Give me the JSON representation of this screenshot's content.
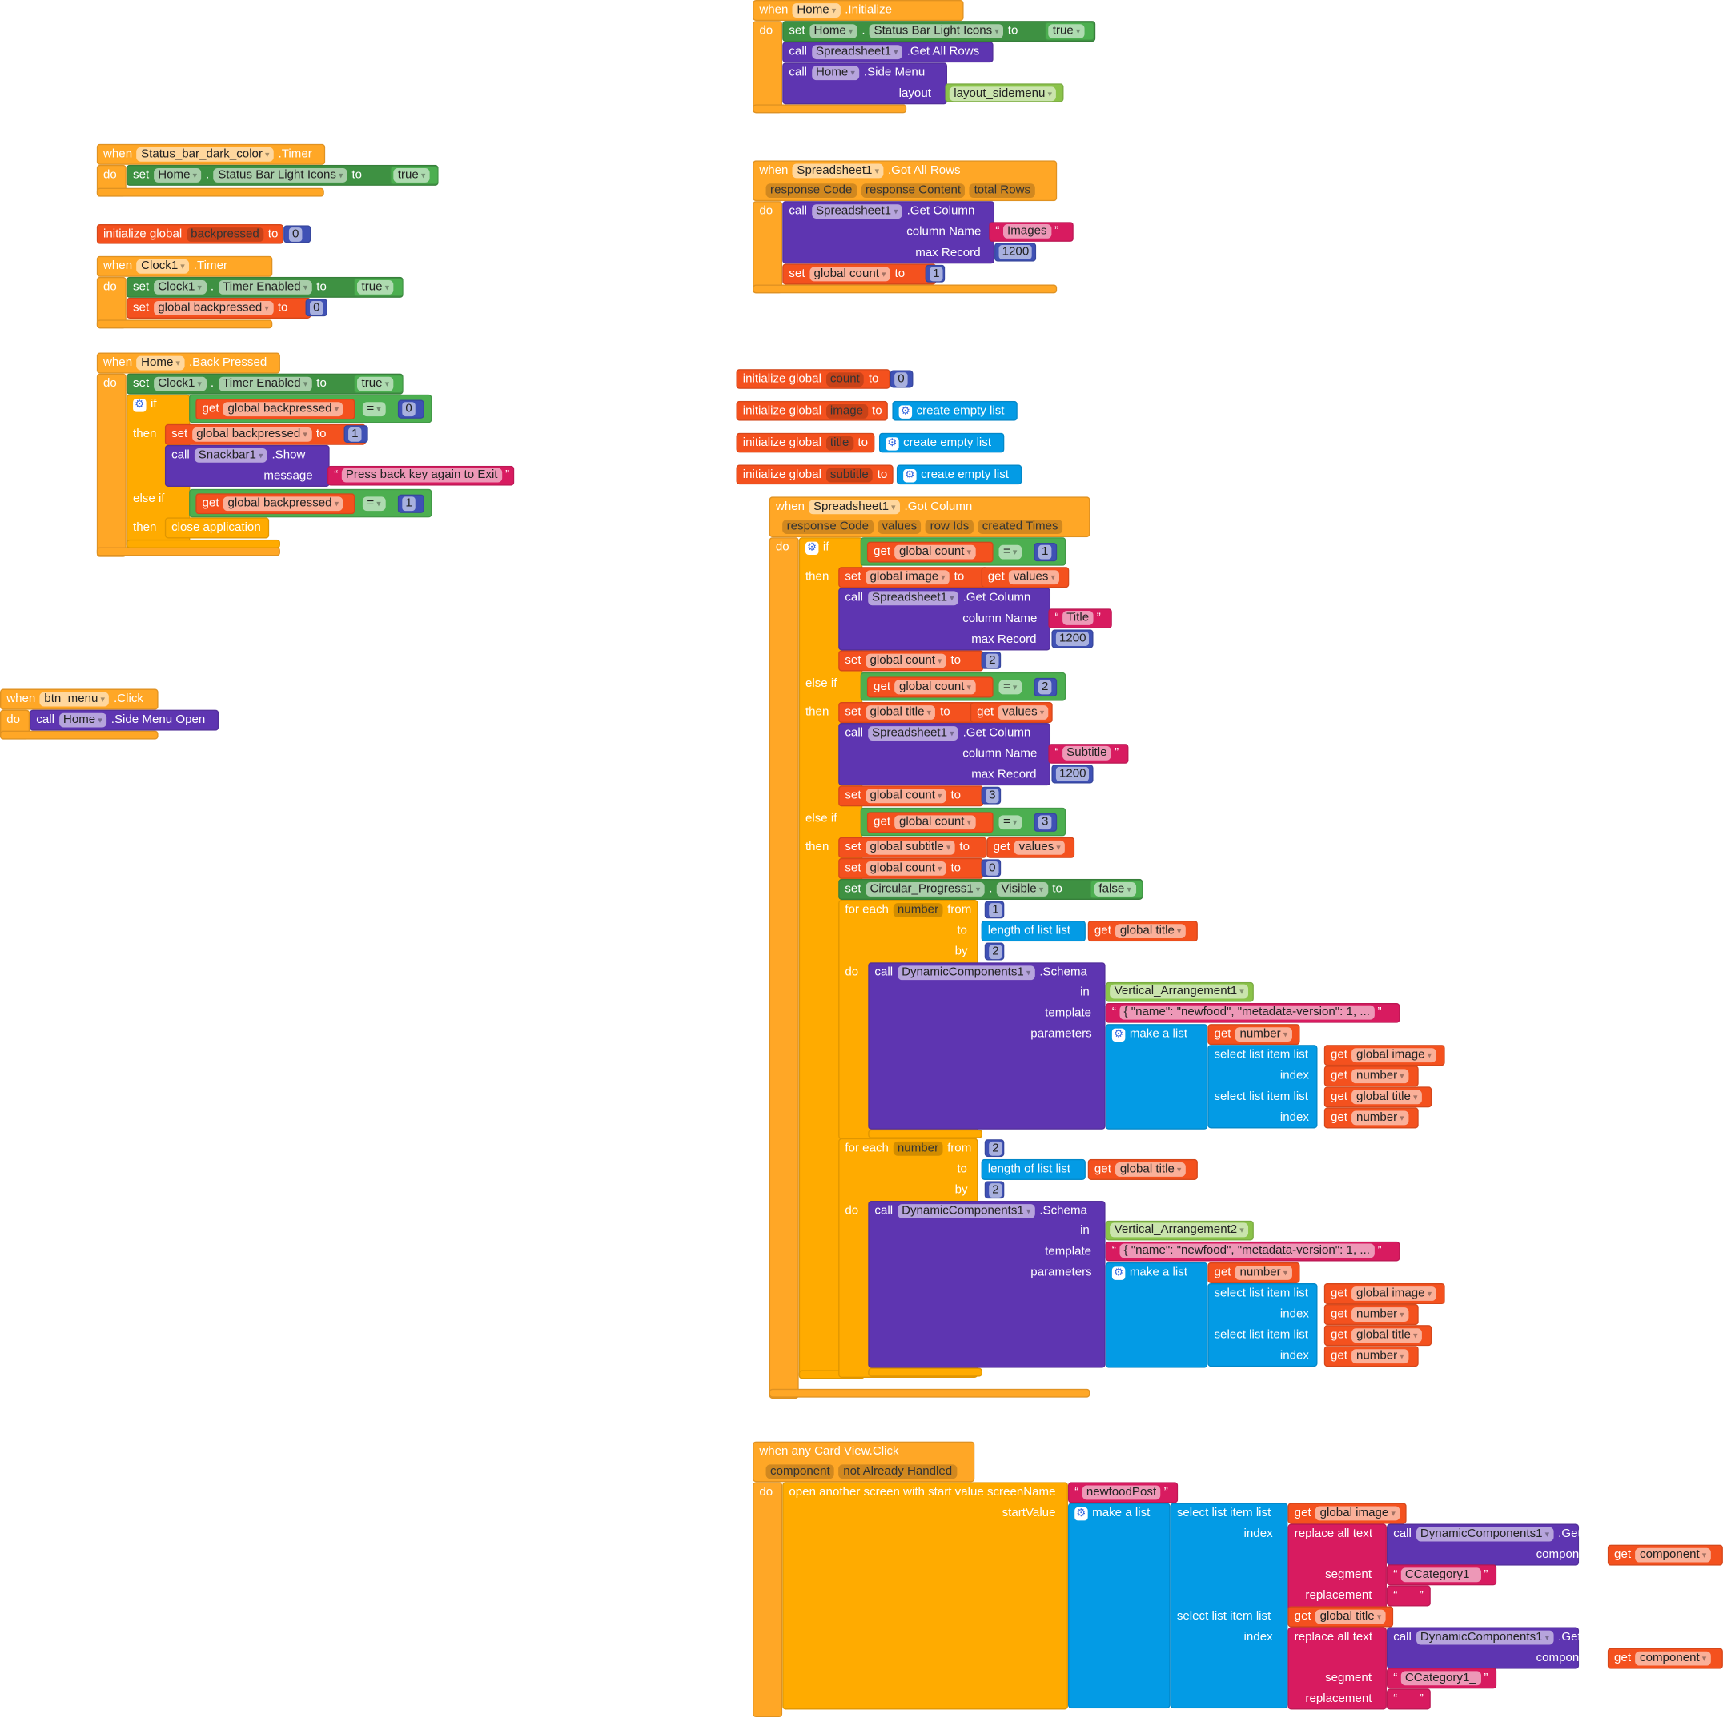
{
  "colors": {
    "ev": "#FFA726",
    "ctl": "#FFAB00",
    "set": "#3E9142",
    "logic": "#4CAF50",
    "call": "#5E35B1",
    "comp": "#8BC34A",
    "var": "#F4511E",
    "num": "#3F51B5",
    "text": "#D81B60",
    "list": "#039BE5"
  },
  "lines": {
    "a1": [
      [
        "l",
        "when"
      ],
      [
        "p",
        "Home"
      ],
      [
        "l",
        ".Initialize"
      ]
    ],
    "a2": [
      [
        "l",
        "do"
      ]
    ],
    "a3": [
      [
        "l",
        "set"
      ],
      [
        "p",
        "Home"
      ],
      [
        "l",
        "."
      ],
      [
        "p",
        "Status Bar Light Icons"
      ],
      [
        "l",
        "to"
      ]
    ],
    "a3t": [
      [
        "p",
        "true"
      ]
    ],
    "a4": [
      [
        "l",
        "call"
      ],
      [
        "p",
        "Spreadsheet1"
      ],
      [
        "l",
        ".Get All Rows"
      ]
    ],
    "a5": [
      [
        "l",
        "call"
      ],
      [
        "p",
        "Home"
      ],
      [
        "l",
        ".Side Menu"
      ]
    ],
    "a6": [
      [
        "l",
        "layout"
      ]
    ],
    "a6v": [
      [
        "p",
        "layout_sidemenu"
      ]
    ],
    "b1": [
      [
        "l",
        "when"
      ],
      [
        "p",
        "Status_bar_dark_color"
      ],
      [
        "l",
        ".Timer"
      ]
    ],
    "b2": [
      [
        "l",
        "do"
      ]
    ],
    "b3": [
      [
        "l",
        "set"
      ],
      [
        "p",
        "Home"
      ],
      [
        "l",
        "."
      ],
      [
        "p",
        "Status Bar Light Icons"
      ],
      [
        "l",
        "to"
      ]
    ],
    "b3t": [
      [
        "p",
        "true"
      ]
    ],
    "c1": [
      [
        "l",
        "initialize global"
      ],
      [
        "f",
        "backpressed"
      ],
      [
        "l",
        "to"
      ]
    ],
    "c1v": [
      [
        "n",
        "0"
      ]
    ],
    "d1": [
      [
        "l",
        "when"
      ],
      [
        "p",
        "Clock1"
      ],
      [
        "l",
        ".Timer"
      ]
    ],
    "d2": [
      [
        "l",
        "do"
      ]
    ],
    "d3": [
      [
        "l",
        "set"
      ],
      [
        "p",
        "Clock1"
      ],
      [
        "l",
        "."
      ],
      [
        "p",
        "Timer Enabled"
      ],
      [
        "l",
        "to"
      ]
    ],
    "d3t": [
      [
        "p",
        "true"
      ]
    ],
    "d4": [
      [
        "l",
        "set"
      ],
      [
        "p",
        "global backpressed"
      ],
      [
        "l",
        "to"
      ]
    ],
    "d4v": [
      [
        "n",
        "0"
      ]
    ],
    "e1": [
      [
        "l",
        "when"
      ],
      [
        "p",
        "Home"
      ],
      [
        "l",
        ".Back Pressed"
      ]
    ],
    "e2": [
      [
        "l",
        "do"
      ]
    ],
    "e3": [
      [
        "l",
        "set"
      ],
      [
        "p",
        "Clock1"
      ],
      [
        "l",
        "."
      ],
      [
        "p",
        "Timer Enabled"
      ],
      [
        "l",
        "to"
      ]
    ],
    "e3t": [
      [
        "p",
        "true"
      ]
    ],
    "e4": [
      [
        "g",
        ""
      ],
      [
        "l",
        "if"
      ]
    ],
    "e5": [
      [
        "l",
        "get"
      ],
      [
        "p",
        "global backpressed"
      ]
    ],
    "e5o": [
      [
        "p",
        "="
      ]
    ],
    "e5v": [
      [
        "n",
        "0"
      ]
    ],
    "e6": [
      [
        "l",
        "then"
      ]
    ],
    "e7": [
      [
        "l",
        "set"
      ],
      [
        "p",
        "global backpressed"
      ],
      [
        "l",
        "to"
      ]
    ],
    "e7v": [
      [
        "n",
        "1"
      ]
    ],
    "e8": [
      [
        "l",
        "call"
      ],
      [
        "p",
        "Snackbar1"
      ],
      [
        "l",
        ".Show"
      ]
    ],
    "e9": [
      [
        "l",
        "message"
      ]
    ],
    "e9v": [
      [
        "q",
        "Press back key again to Exit"
      ]
    ],
    "e10": [
      [
        "l",
        "else if"
      ]
    ],
    "e11": [
      [
        "l",
        "get"
      ],
      [
        "p",
        "global backpressed"
      ]
    ],
    "e11o": [
      [
        "p",
        "="
      ]
    ],
    "e11v": [
      [
        "n",
        "1"
      ]
    ],
    "e12": [
      [
        "l",
        "then"
      ]
    ],
    "e13": [
      [
        "l",
        "close application"
      ]
    ],
    "f1": [
      [
        "l",
        "when"
      ],
      [
        "p",
        "btn_menu"
      ],
      [
        "l",
        ".Click"
      ]
    ],
    "f2": [
      [
        "l",
        "do"
      ]
    ],
    "f3": [
      [
        "l",
        "call"
      ],
      [
        "p",
        "Home"
      ],
      [
        "l",
        ".Side Menu Open"
      ]
    ],
    "g1": [
      [
        "l",
        "when"
      ],
      [
        "p",
        "Spreadsheet1"
      ],
      [
        "l",
        ".Got All Rows"
      ]
    ],
    "g2": [
      [
        "f",
        "response Code"
      ],
      [
        "f",
        "response Content"
      ],
      [
        "f",
        "total Rows"
      ]
    ],
    "g3": [
      [
        "l",
        "do"
      ]
    ],
    "g4": [
      [
        "l",
        "call"
      ],
      [
        "p",
        "Spreadsheet1"
      ],
      [
        "l",
        ".Get Column"
      ]
    ],
    "g5": [
      [
        "l",
        "column Name"
      ]
    ],
    "g5v": [
      [
        "q",
        "Images"
      ]
    ],
    "g6": [
      [
        "l",
        "max Record"
      ]
    ],
    "g6v": [
      [
        "n",
        "1200"
      ]
    ],
    "g7": [
      [
        "l",
        "set"
      ],
      [
        "p",
        "global count"
      ],
      [
        "l",
        "to"
      ]
    ],
    "g7v": [
      [
        "n",
        "1"
      ]
    ],
    "i1": [
      [
        "l",
        "initialize global"
      ],
      [
        "f",
        "count"
      ],
      [
        "l",
        "to"
      ]
    ],
    "i1v": [
      [
        "n",
        "0"
      ]
    ],
    "i2": [
      [
        "l",
        "initialize global"
      ],
      [
        "f",
        "image"
      ],
      [
        "l",
        "to"
      ]
    ],
    "i2v": [
      [
        "g",
        ""
      ],
      [
        "l",
        "create empty list"
      ]
    ],
    "i3": [
      [
        "l",
        "initialize global"
      ],
      [
        "f",
        "title"
      ],
      [
        "l",
        "to"
      ]
    ],
    "i3v": [
      [
        "g",
        ""
      ],
      [
        "l",
        "create empty list"
      ]
    ],
    "i4": [
      [
        "l",
        "initialize global"
      ],
      [
        "f",
        "subtitle"
      ],
      [
        "l",
        "to"
      ]
    ],
    "i4v": [
      [
        "g",
        ""
      ],
      [
        "l",
        "create empty list"
      ]
    ],
    "h1": [
      [
        "l",
        "when"
      ],
      [
        "p",
        "Spreadsheet1"
      ],
      [
        "l",
        ".Got Column"
      ]
    ],
    "h2": [
      [
        "f",
        "response Code"
      ],
      [
        "f",
        "values"
      ],
      [
        "f",
        "row Ids"
      ],
      [
        "f",
        "created Times"
      ]
    ],
    "h3": [
      [
        "l",
        "do"
      ]
    ],
    "h4": [
      [
        "g",
        ""
      ],
      [
        "l",
        "if"
      ]
    ],
    "h5": [
      [
        "l",
        "get"
      ],
      [
        "p",
        "global count"
      ]
    ],
    "h5o": [
      [
        "p",
        "="
      ]
    ],
    "h5v": [
      [
        "n",
        "1"
      ]
    ],
    "h6": [
      [
        "l",
        "then"
      ]
    ],
    "h7": [
      [
        "l",
        "set"
      ],
      [
        "p",
        "global image"
      ],
      [
        "l",
        "to"
      ]
    ],
    "h7v": [
      [
        "l",
        "get"
      ],
      [
        "p",
        "values"
      ]
    ],
    "h8": [
      [
        "l",
        "call"
      ],
      [
        "p",
        "Spreadsheet1"
      ],
      [
        "l",
        ".Get Column"
      ]
    ],
    "h9": [
      [
        "l",
        "column Name"
      ]
    ],
    "h9v": [
      [
        "q",
        "Title"
      ]
    ],
    "h10": [
      [
        "l",
        "max Record"
      ]
    ],
    "h10v": [
      [
        "n",
        "1200"
      ]
    ],
    "h11": [
      [
        "l",
        "set"
      ],
      [
        "p",
        "global count"
      ],
      [
        "l",
        "to"
      ]
    ],
    "h11v": [
      [
        "n",
        "2"
      ]
    ],
    "h12": [
      [
        "l",
        "else if"
      ]
    ],
    "h13": [
      [
        "l",
        "get"
      ],
      [
        "p",
        "global count"
      ]
    ],
    "h13o": [
      [
        "p",
        "="
      ]
    ],
    "h13v": [
      [
        "n",
        "2"
      ]
    ],
    "h14": [
      [
        "l",
        "then"
      ]
    ],
    "h15": [
      [
        "l",
        "set"
      ],
      [
        "p",
        "global title"
      ],
      [
        "l",
        "to"
      ]
    ],
    "h15v": [
      [
        "l",
        "get"
      ],
      [
        "p",
        "values"
      ]
    ],
    "h16": [
      [
        "l",
        "call"
      ],
      [
        "p",
        "Spreadsheet1"
      ],
      [
        "l",
        ".Get Column"
      ]
    ],
    "h17": [
      [
        "l",
        "column Name"
      ]
    ],
    "h17v": [
      [
        "q",
        "Subtitle"
      ]
    ],
    "h18": [
      [
        "l",
        "max Record"
      ]
    ],
    "h18v": [
      [
        "n",
        "1200"
      ]
    ],
    "h19": [
      [
        "l",
        "set"
      ],
      [
        "p",
        "global count"
      ],
      [
        "l",
        "to"
      ]
    ],
    "h19v": [
      [
        "n",
        "3"
      ]
    ],
    "h20": [
      [
        "l",
        "else if"
      ]
    ],
    "h21": [
      [
        "l",
        "get"
      ],
      [
        "p",
        "global count"
      ]
    ],
    "h21o": [
      [
        "p",
        "="
      ]
    ],
    "h21v": [
      [
        "n",
        "3"
      ]
    ],
    "h22": [
      [
        "l",
        "then"
      ]
    ],
    "h23": [
      [
        "l",
        "set"
      ],
      [
        "p",
        "global subtitle"
      ],
      [
        "l",
        "to"
      ]
    ],
    "h23v": [
      [
        "l",
        "get"
      ],
      [
        "p",
        "values"
      ]
    ],
    "h24": [
      [
        "l",
        "set"
      ],
      [
        "p",
        "global count"
      ],
      [
        "l",
        "to"
      ]
    ],
    "h24v": [
      [
        "n",
        "0"
      ]
    ],
    "h25": [
      [
        "l",
        "set"
      ],
      [
        "p",
        "Circular_Progress1"
      ],
      [
        "l",
        "."
      ],
      [
        "p",
        "Visible"
      ],
      [
        "l",
        "to"
      ]
    ],
    "h25v": [
      [
        "p",
        "false"
      ]
    ],
    "fa1": [
      [
        "l",
        "for each"
      ],
      [
        "f",
        "number"
      ],
      [
        "l",
        "from"
      ]
    ],
    "fa1v": [
      [
        "n",
        "1"
      ]
    ],
    "fa2": [
      [
        "l",
        "to"
      ]
    ],
    "fa2v": [
      [
        "l",
        "length of list  list"
      ]
    ],
    "fa2g": [
      [
        "l",
        "get"
      ],
      [
        "p",
        "global title"
      ]
    ],
    "fa3": [
      [
        "l",
        "by"
      ]
    ],
    "fa3v": [
      [
        "n",
        "2"
      ]
    ],
    "fa4": [
      [
        "l",
        "do"
      ]
    ],
    "fa5": [
      [
        "l",
        "call"
      ],
      [
        "p",
        "DynamicComponents1"
      ],
      [
        "l",
        ".Schema"
      ]
    ],
    "fa6": [
      [
        "l",
        "in"
      ]
    ],
    "fa6v": [
      [
        "p",
        "Vertical_Arrangement1"
      ]
    ],
    "fa7": [
      [
        "l",
        "template"
      ]
    ],
    "fa7v": [
      [
        "q",
        "{   \"name\": \"newfood\",   \"metadata-version\": 1, ..."
      ]
    ],
    "fa8": [
      [
        "l",
        "parameters"
      ]
    ],
    "fa8v": [
      [
        "g",
        ""
      ],
      [
        "l",
        "make a list"
      ]
    ],
    "fa8g": [
      [
        "l",
        "get"
      ],
      [
        "p",
        "number"
      ]
    ],
    "fa9": [
      [
        "l",
        "select list item  list"
      ]
    ],
    "fa9g": [
      [
        "l",
        "get"
      ],
      [
        "p",
        "global image"
      ]
    ],
    "fa10": [
      [
        "l",
        "index"
      ]
    ],
    "fa10g": [
      [
        "l",
        "get"
      ],
      [
        "p",
        "number"
      ]
    ],
    "fa11": [
      [
        "l",
        "select list item  list"
      ]
    ],
    "fa11g": [
      [
        "l",
        "get"
      ],
      [
        "p",
        "global title"
      ]
    ],
    "fa12": [
      [
        "l",
        "index"
      ]
    ],
    "fa12g": [
      [
        "l",
        "get"
      ],
      [
        "p",
        "number"
      ]
    ],
    "fb1": [
      [
        "l",
        "for each"
      ],
      [
        "f",
        "number"
      ],
      [
        "l",
        "from"
      ]
    ],
    "fb1v": [
      [
        "n",
        "2"
      ]
    ],
    "fb2": [
      [
        "l",
        "to"
      ]
    ],
    "fb2v": [
      [
        "l",
        "length of list  list"
      ]
    ],
    "fb2g": [
      [
        "l",
        "get"
      ],
      [
        "p",
        "global title"
      ]
    ],
    "fb3": [
      [
        "l",
        "by"
      ]
    ],
    "fb3v": [
      [
        "n",
        "2"
      ]
    ],
    "fb4": [
      [
        "l",
        "do"
      ]
    ],
    "fb5": [
      [
        "l",
        "call"
      ],
      [
        "p",
        "DynamicComponents1"
      ],
      [
        "l",
        ".Schema"
      ]
    ],
    "fb6": [
      [
        "l",
        "in"
      ]
    ],
    "fb6v": [
      [
        "p",
        "Vertical_Arrangement2"
      ]
    ],
    "fb7": [
      [
        "l",
        "template"
      ]
    ],
    "fb7v": [
      [
        "q",
        "{   \"name\": \"newfood\",   \"metadata-version\": 1, ..."
      ]
    ],
    "fb8": [
      [
        "l",
        "parameters"
      ]
    ],
    "fb8v": [
      [
        "g",
        ""
      ],
      [
        "l",
        "make a list"
      ]
    ],
    "fb8g": [
      [
        "l",
        "get"
      ],
      [
        "p",
        "number"
      ]
    ],
    "fb9": [
      [
        "l",
        "select list item  list"
      ]
    ],
    "fb9g": [
      [
        "l",
        "get"
      ],
      [
        "p",
        "global image"
      ]
    ],
    "fb10": [
      [
        "l",
        "index"
      ]
    ],
    "fb10g": [
      [
        "l",
        "get"
      ],
      [
        "p",
        "number"
      ]
    ],
    "fb11": [
      [
        "l",
        "select list item  list"
      ]
    ],
    "fb11g": [
      [
        "l",
        "get"
      ],
      [
        "p",
        "global title"
      ]
    ],
    "fb12": [
      [
        "l",
        "index"
      ]
    ],
    "fb12g": [
      [
        "l",
        "get"
      ],
      [
        "p",
        "number"
      ]
    ],
    "k1": [
      [
        "l",
        "when any Card View.Click"
      ]
    ],
    "k2": [
      [
        "f",
        "component"
      ],
      [
        "f",
        "not Already Handled"
      ]
    ],
    "k3": [
      [
        "l",
        "do"
      ]
    ],
    "k4": [
      [
        "l",
        "open another screen with start value  screenName"
      ]
    ],
    "k4v": [
      [
        "q",
        "newfoodPost"
      ]
    ],
    "k5": [
      [
        "l",
        "startValue"
      ]
    ],
    "k5v": [
      [
        "g",
        ""
      ],
      [
        "l",
        "make a list"
      ]
    ],
    "k6": [
      [
        "l",
        "select list item  list"
      ]
    ],
    "k6g": [
      [
        "l",
        "get"
      ],
      [
        "p",
        "global image"
      ]
    ],
    "k7": [
      [
        "l",
        "index"
      ]
    ],
    "k7r": [
      [
        "l",
        "replace all text"
      ]
    ],
    "k7c": [
      [
        "l",
        "call"
      ],
      [
        "p",
        "DynamicComponents1"
      ],
      [
        "l",
        ".GetId"
      ]
    ],
    "k8": [
      [
        "l",
        "component"
      ]
    ],
    "k8g": [
      [
        "l",
        "get"
      ],
      [
        "p",
        "component"
      ]
    ],
    "k9": [
      [
        "l",
        "segment"
      ]
    ],
    "k9v": [
      [
        "q",
        "CCategory1_"
      ]
    ],
    "k10": [
      [
        "l",
        "replacement"
      ]
    ],
    "k10v": [
      [
        "q",
        ""
      ]
    ],
    "k11": [
      [
        "l",
        "select list item  list"
      ]
    ],
    "k11g": [
      [
        "l",
        "get"
      ],
      [
        "p",
        "global title"
      ]
    ],
    "k12": [
      [
        "l",
        "index"
      ]
    ],
    "k12r": [
      [
        "l",
        "replace all text"
      ]
    ],
    "k12c": [
      [
        "l",
        "call"
      ],
      [
        "p",
        "DynamicComponents1"
      ],
      [
        "l",
        ".GetId"
      ]
    ],
    "k13": [
      [
        "l",
        "component"
      ]
    ],
    "k13g": [
      [
        "l",
        "get"
      ],
      [
        "p",
        "component"
      ]
    ],
    "k14": [
      [
        "l",
        "segment"
      ]
    ],
    "k14v": [
      [
        "q",
        "CCategory1_"
      ]
    ],
    "k15": [
      [
        "l",
        "replacement"
      ]
    ],
    "k15v": [
      [
        "q",
        ""
      ]
    ]
  }
}
